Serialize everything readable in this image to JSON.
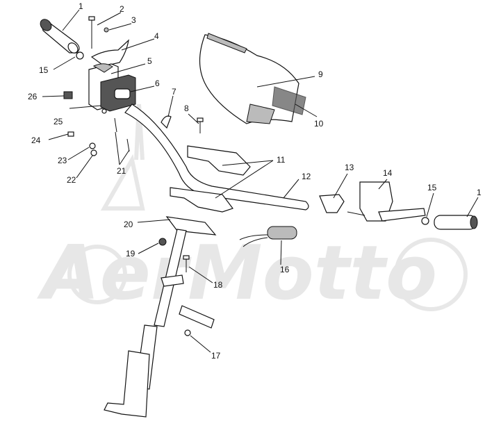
{
  "watermark": "AerMotto",
  "callouts": {
    "c1_left": "1",
    "c2": "2",
    "c3": "3",
    "c4": "4",
    "c5": "5",
    "c6": "6",
    "c7": "7",
    "c8": "8",
    "c9": "9",
    "c10": "10",
    "c11": "11",
    "c12": "12",
    "c13": "13",
    "c14": "14",
    "c15_right": "15",
    "c1_right": "1",
    "c15_left": "15",
    "c16": "16",
    "c17": "17",
    "c18": "18",
    "c19": "19",
    "c20": "20",
    "c21": "21",
    "c22": "22",
    "c23": "23",
    "c24": "24",
    "c25": "25",
    "c26": "26"
  }
}
